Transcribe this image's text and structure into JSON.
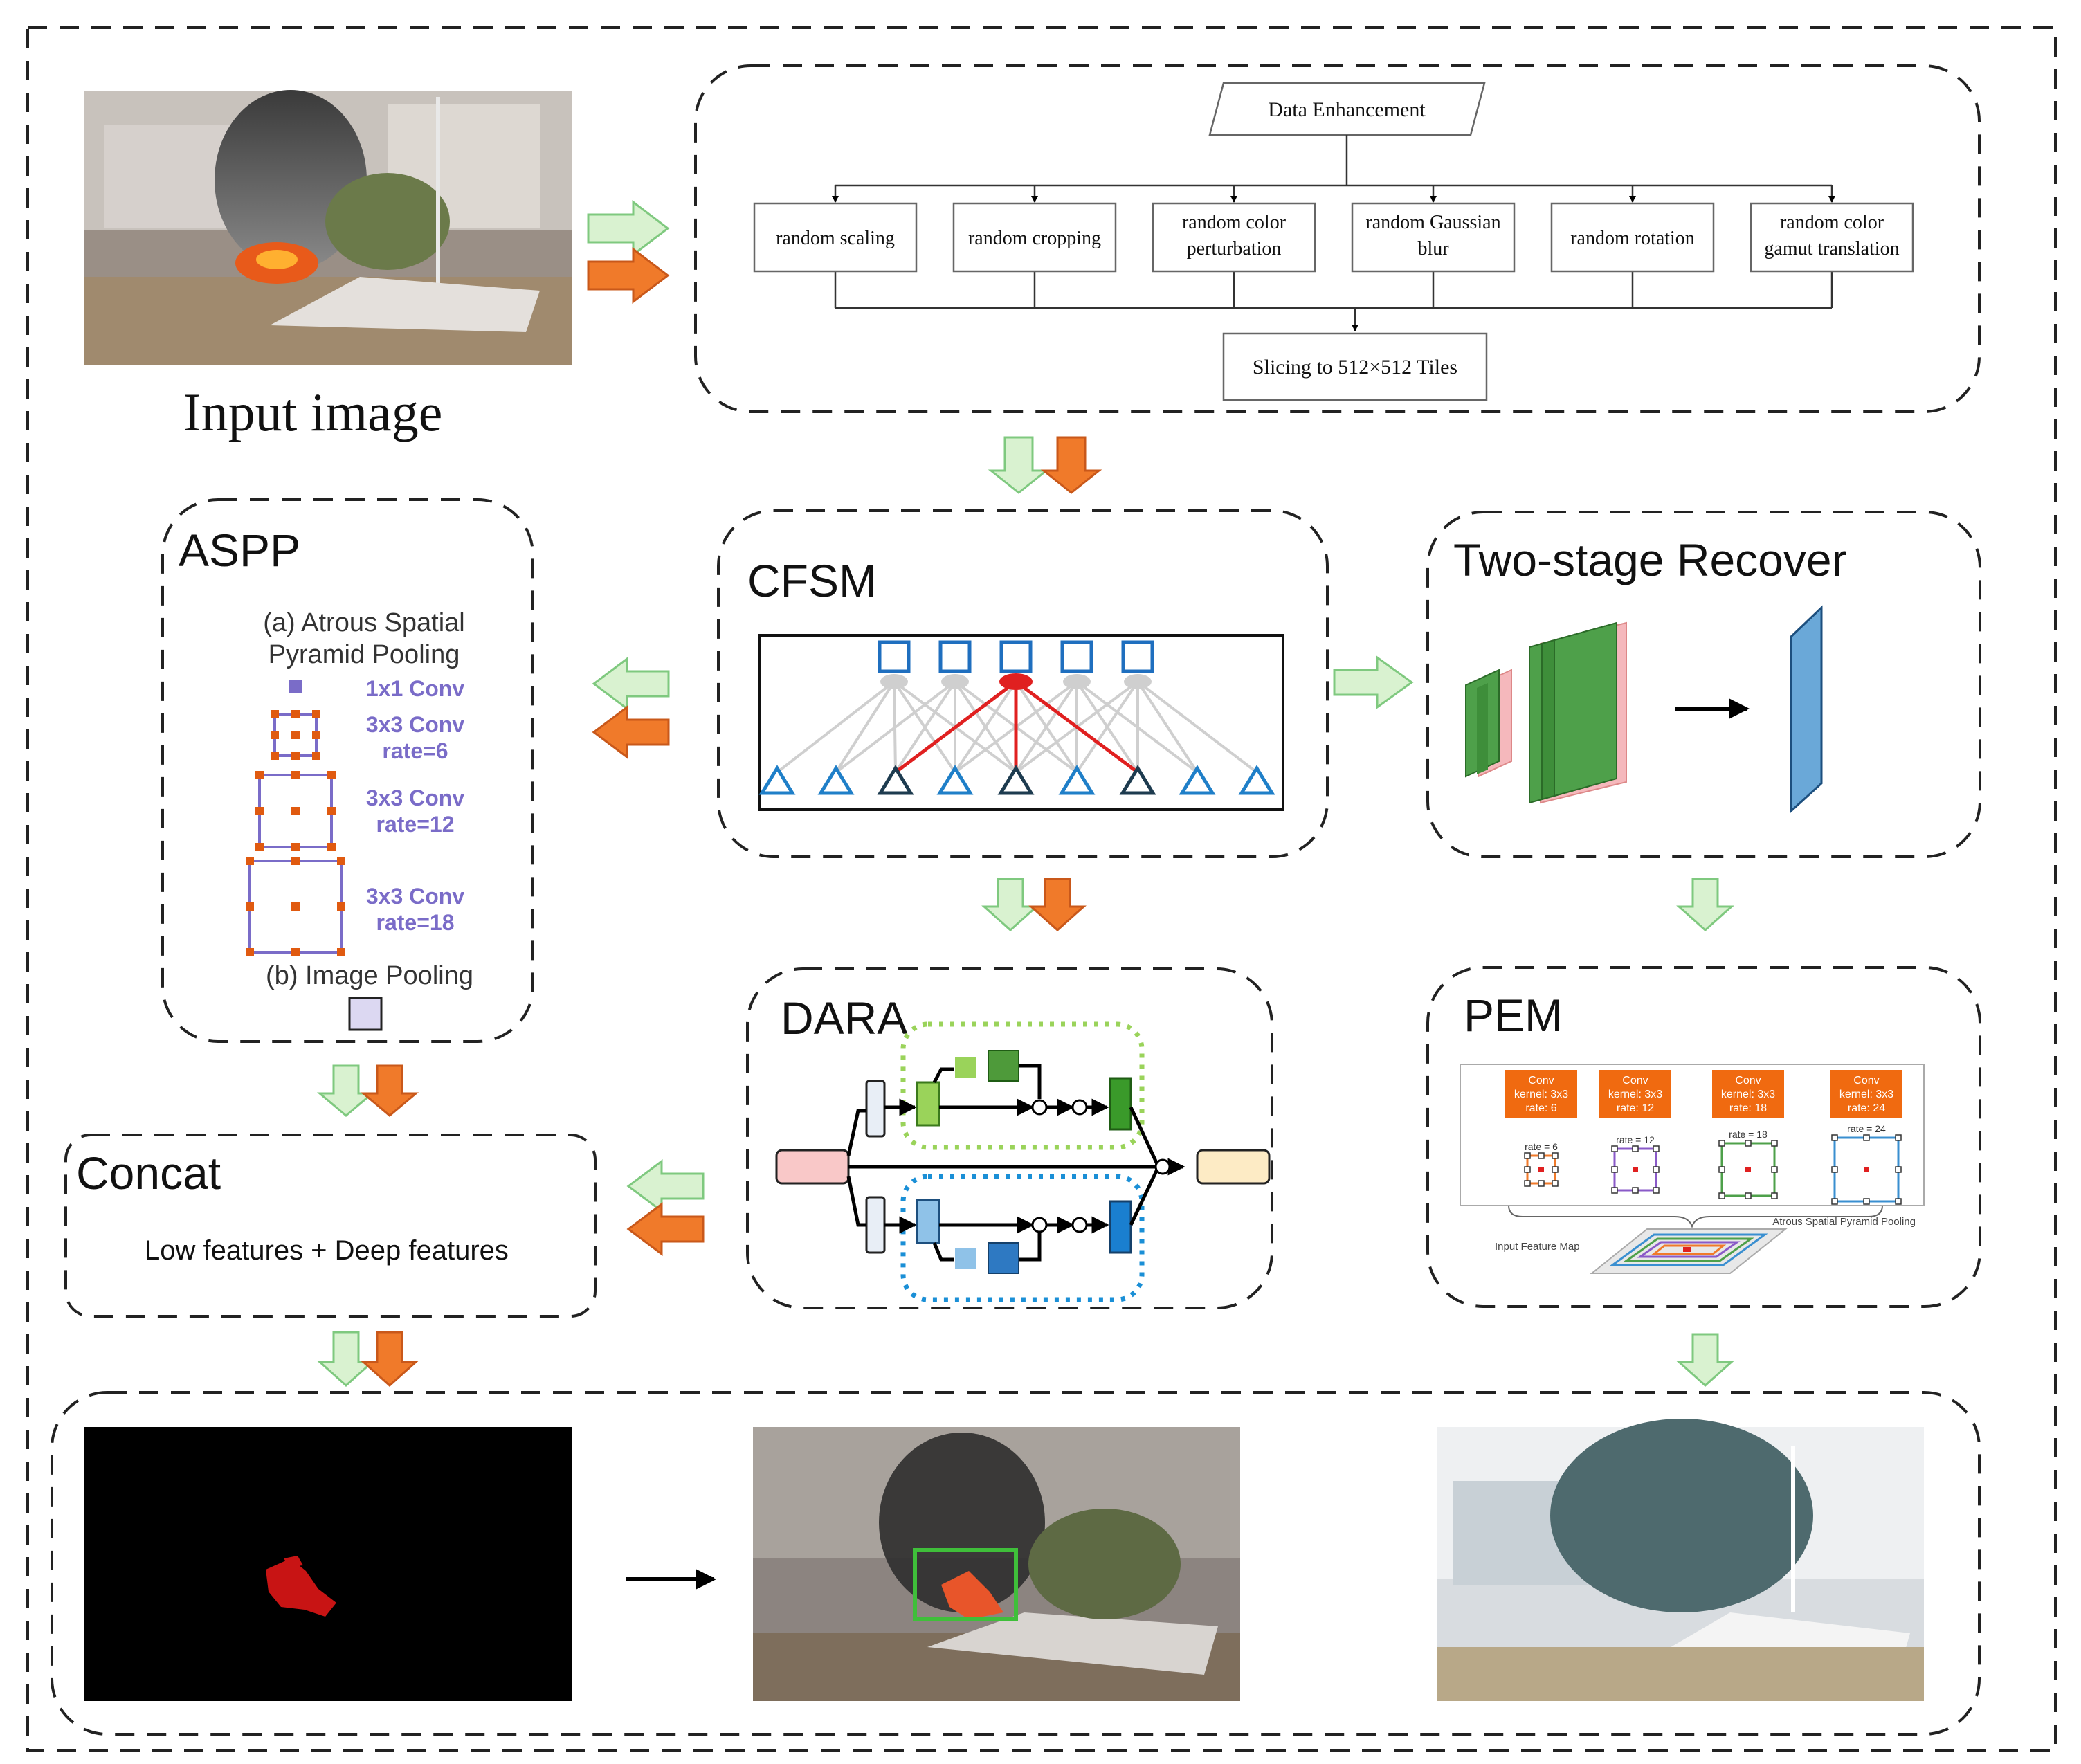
{
  "input": {
    "caption": "Input image"
  },
  "data_enhancement": {
    "title": "Data Enhancement",
    "ops": [
      [
        "random scaling"
      ],
      [
        "random cropping"
      ],
      [
        "random color",
        "perturbation"
      ],
      [
        "random Gaussian",
        "blur"
      ],
      [
        "random rotation"
      ],
      [
        "random color",
        "gamut translation"
      ]
    ],
    "output": "Slicing to 512×512 Tiles"
  },
  "cfsm": {
    "title": "CFSM"
  },
  "aspp": {
    "title": "ASPP",
    "heading_a": [
      "(a) Atrous Spatial",
      "Pyramid Pooling"
    ],
    "conv1": "1x1 Conv",
    "conv6": [
      "3x3 Conv",
      "rate=6"
    ],
    "conv12": [
      "3x3 Conv",
      "rate=12"
    ],
    "conv18": [
      "3x3 Conv",
      "rate=18"
    ],
    "heading_b": "(b) Image Pooling"
  },
  "recover": {
    "title": "Two-stage Recover"
  },
  "dara": {
    "title": "DARA"
  },
  "pem": {
    "title": "PEM",
    "convs": [
      [
        "Conv",
        "kernel: 3x3",
        "rate: 6"
      ],
      [
        "Conv",
        "kernel: 3x3",
        "rate: 12"
      ],
      [
        "Conv",
        "kernel: 3x3",
        "rate: 18"
      ],
      [
        "Conv",
        "kernel: 3x3",
        "rate: 24"
      ]
    ],
    "rates": [
      "rate = 6",
      "rate = 12",
      "rate = 18",
      "rate = 24"
    ],
    "aspp_label": "Atrous Spatial Pyramid Pooling",
    "input_label": "Input Feature Map"
  },
  "concat": {
    "title": "Concat",
    "body": "Low features + Deep features"
  },
  "colors": {
    "green": "#7fc97f",
    "orange": "#f07a2a",
    "blue": "#1f6fbf",
    "red": "#e02020",
    "purple": "#7a6cc8"
  }
}
